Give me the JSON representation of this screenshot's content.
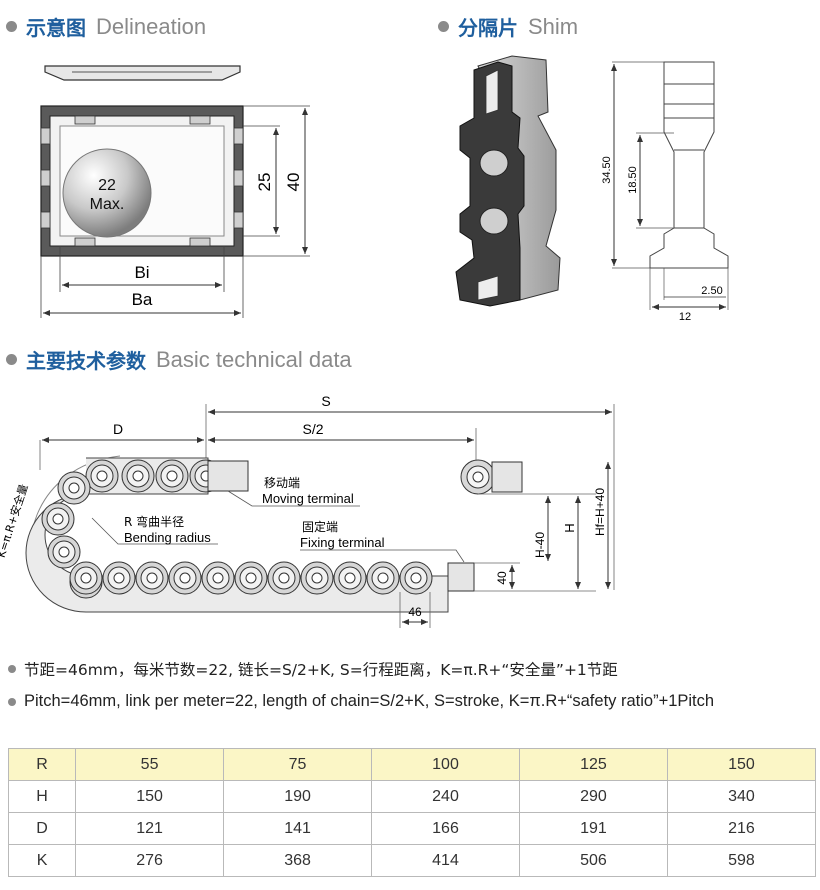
{
  "sections": {
    "delineation": {
      "zh": "示意图",
      "en": "Delineation"
    },
    "shim": {
      "zh": "分隔片",
      "en": "Shim"
    },
    "basic": {
      "zh": "主要技术参数",
      "en": "Basic technical data"
    }
  },
  "delineation_fig": {
    "max_line1": "22",
    "max_line2": "Max.",
    "dim_inner_height": "25",
    "dim_outer_height": "40",
    "dim_bi": "Bi",
    "dim_ba": "Ba"
  },
  "shim_fig": {
    "dim_total": "34.50",
    "dim_mid": "18.50",
    "dim_small": "2.50",
    "dim_width": "12"
  },
  "chain_fig": {
    "dim_s": "S",
    "dim_s_half": "S/2",
    "dim_d": "D",
    "k_formula": "K=π.R+安全量",
    "moving_zh": "移动端",
    "moving_en": "Moving terminal",
    "bending_zh": "R 弯曲半径",
    "bending_en": "Bending radius",
    "fixing_zh": "固定端",
    "fixing_en": "Fixing terminal",
    "dim_h_minus": "H-40",
    "dim_h": "H",
    "dim_hf": "Hf=H+40",
    "dim_40": "40",
    "dim_46": "46"
  },
  "notes": {
    "zh": "节距=46mm，每米节数=22, 链长=S/2+K, S=行程距离，K=π.R+“安全量”+1节距",
    "en": "Pitch=46mm, link per meter=22, length of chain=S/2+K, S=stroke, K=π.R+“safety ratio”+1Pitch"
  },
  "table": {
    "rows": [
      {
        "label": "R",
        "values": [
          "55",
          "75",
          "100",
          "125",
          "150"
        ]
      },
      {
        "label": "H",
        "values": [
          "150",
          "190",
          "240",
          "290",
          "340"
        ]
      },
      {
        "label": "D",
        "values": [
          "121",
          "141",
          "166",
          "191",
          "216"
        ]
      },
      {
        "label": "K",
        "values": [
          "276",
          "368",
          "414",
          "506",
          "598"
        ]
      }
    ]
  },
  "colors": {
    "heading_blue": "#1f5f9e",
    "heading_gray": "#8a8a8a",
    "header_row_bg": "#fbf6c6"
  }
}
